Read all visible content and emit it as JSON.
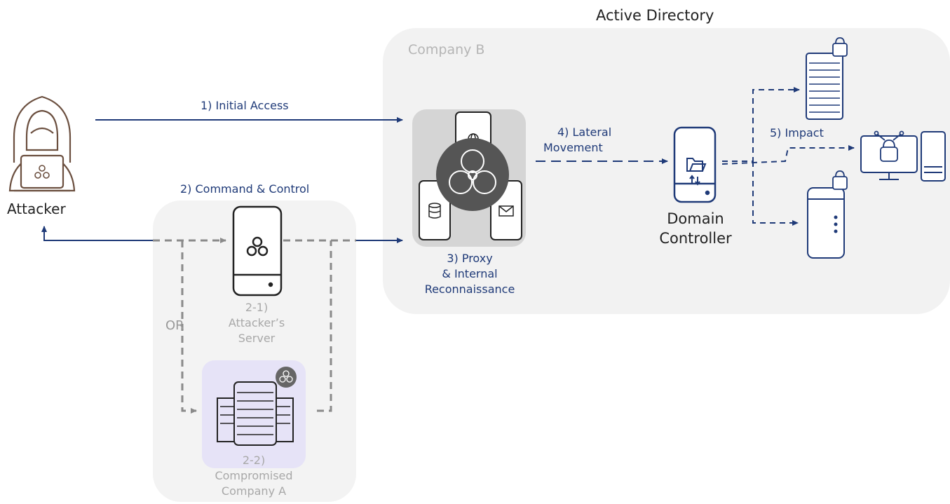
{
  "title": "Active Directory",
  "company_b": {
    "label": "Company B"
  },
  "attacker": {
    "label": "Attacker"
  },
  "steps": {
    "initial_access": "1) Initial Access",
    "command_control": "2) Command & Control",
    "proxy_line1": "3) Proxy",
    "proxy_line2": "& Internal",
    "proxy_line3": "Reconnaissance",
    "lateral_line1": "4) Lateral",
    "lateral_line2": "Movement",
    "impact": "5) Impact"
  },
  "attacker_server": {
    "line1": "2-1)",
    "line2": "Attacker’s",
    "line3": "Server"
  },
  "or_label": "OR",
  "compromised": {
    "line1": "2-2)",
    "line2": "Compromised",
    "line3": "Company A"
  },
  "domain_controller": {
    "line1": "Domain",
    "line2": "Controller"
  },
  "colors": {
    "navy": "#1f3a78",
    "attacker_brown": "#6b4f3f",
    "panel_gray": "#f2f2f2",
    "compromised_purple": "#e6e3f7",
    "proxy_box": "#d5d5d5"
  },
  "icons": [
    "hacker-icon",
    "biohazard-icon",
    "server-icon",
    "globe-icon",
    "database-icon",
    "mail-icon",
    "folder-icon",
    "lock-icon",
    "monitor-icon",
    "server-rack-icon"
  ]
}
